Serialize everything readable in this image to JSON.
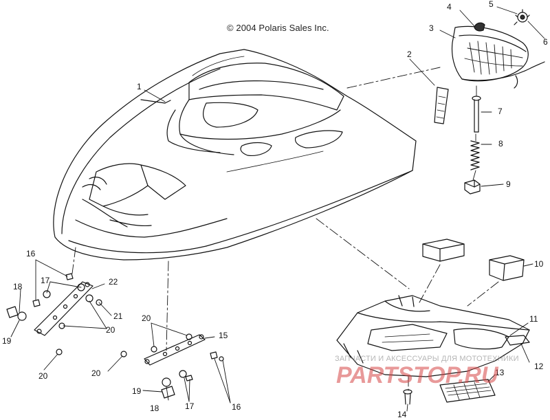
{
  "copyright": "© 2004 Polaris Sales Inc.",
  "watermark": {
    "caption": "ЗАПЧАСТИ И АКСЕССУАРЫ ДЛЯ МОТОТЕХНИКИ",
    "logo": "PARTSTOP.RU",
    "logo_color": "#d64646"
  },
  "callouts": {
    "c1": "1",
    "c2": "2",
    "c3": "3",
    "c4": "4",
    "c5": "5",
    "c6": "6",
    "c7": "7",
    "c8": "8",
    "c9": "9",
    "c10": "10",
    "c11": "11",
    "c12": "12",
    "c13": "13",
    "c14": "14",
    "c15": "15",
    "c16a": "16",
    "c16b": "16",
    "c17a": "17",
    "c17b": "17",
    "c18a": "18",
    "c18b": "18",
    "c19a": "19",
    "c19b": "19",
    "c20a": "20",
    "c20b": "20",
    "c20c": "20",
    "c20d": "20",
    "c21": "21",
    "c22": "22"
  }
}
